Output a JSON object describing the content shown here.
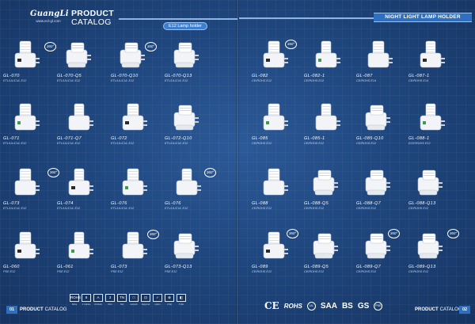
{
  "header": {
    "brand": "GuangLi",
    "website": "www.ecl-gl.com",
    "catalog_line1": "PRODUCT",
    "catalog_line2": "CATALOG",
    "section_tag": "E12 Lamp holder",
    "right_title": "NIGHT LIGHT LAMP HOLDER"
  },
  "rotation_badge": "360°",
  "left_products": [
    {
      "code": "GL-070",
      "cert": "ETL/UL/CUL E12",
      "shape": "tall"
    },
    {
      "code": "GL-070-Q5",
      "cert": "ETL/UL/CUL E12",
      "shape": "wide"
    },
    {
      "code": "GL-070-Q10",
      "cert": "ETL/UL/CUL E12",
      "shape": "wide"
    },
    {
      "code": "GL-070-Q13",
      "cert": "ETL/UL/CUL E12",
      "shape": "wide"
    },
    {
      "code": "GL-071",
      "cert": "ETL/UL/CUL E12",
      "shape": "tall"
    },
    {
      "code": "GL-071-Q7",
      "cert": "ETL/UL/CUL E12",
      "shape": "tall"
    },
    {
      "code": "GL-072",
      "cert": "ETL/UL/CUL E12",
      "shape": "tall"
    },
    {
      "code": "GL-072-Q10",
      "cert": "ETL/UL/CUL E12",
      "shape": "wide"
    },
    {
      "code": "GL-073",
      "cert": "ETL/UL/CUL E12",
      "shape": "tall"
    },
    {
      "code": "GL-074",
      "cert": "ETL/UL/CUL E12",
      "shape": "tall"
    },
    {
      "code": "GL-076",
      "cert": "ETL/UL/CUL E12",
      "shape": "tall"
    },
    {
      "code": "GL-076",
      "cert": "ETL/UL/CUL E12",
      "shape": "tall"
    },
    {
      "code": "GL-060",
      "cert": "PSE E12",
      "shape": "tall"
    },
    {
      "code": "GL-061",
      "cert": "PSE E12",
      "shape": "tall"
    },
    {
      "code": "GL-073",
      "cert": "PSE E12",
      "shape": "tall"
    },
    {
      "code": "GL-073-Q13",
      "cert": "PSE E12",
      "shape": "wide"
    }
  ],
  "right_products": [
    {
      "code": "GL-082",
      "cert": "CE/ROHS E12",
      "shape": "tall"
    },
    {
      "code": "GL-082-1",
      "cert": "CE/ROHS E12",
      "shape": "tall"
    },
    {
      "code": "GL-087",
      "cert": "CE/ROHS E14",
      "shape": "tall"
    },
    {
      "code": "GL-087-1",
      "cert": "CE/ROHS E14",
      "shape": "tall"
    },
    {
      "code": "GL-085",
      "cert": "CE/ROHS E12",
      "shape": "tall"
    },
    {
      "code": "GL-085-1",
      "cert": "CE/ROHS E12",
      "shape": "tall"
    },
    {
      "code": "GL-085-Q10",
      "cert": "CE/ROHS E12",
      "shape": "wide"
    },
    {
      "code": "GL-088-1",
      "cert": "ECE/ROHS E12",
      "shape": "tall"
    },
    {
      "code": "GL-088",
      "cert": "CE/ROHS E12",
      "shape": "tall"
    },
    {
      "code": "GL-088-Q5",
      "cert": "CE/ROHS E12",
      "shape": "wide"
    },
    {
      "code": "GL-088-Q7",
      "cert": "CE/ROHS E12",
      "shape": "wide"
    },
    {
      "code": "GL-088-Q13",
      "cert": "CE/ROHS E12",
      "shape": "wide"
    },
    {
      "code": "GL-089",
      "cert": "CE/ROHS E12",
      "shape": "tall"
    },
    {
      "code": "GL-089-Q5",
      "cert": "CE/ROHS E12",
      "shape": "wide"
    },
    {
      "code": "GL-089-Q7",
      "cert": "CE/ROHS E12",
      "shape": "wide"
    },
    {
      "code": "GL-089-Q13",
      "cert": "CE/ROHS E12",
      "shape": "wide"
    }
  ],
  "footer": {
    "left_page": "01",
    "left_label_bold": "PRODUCT",
    "left_label": "CATALOG",
    "right_page": "02",
    "right_label_bold": "PRODUCT",
    "right_label": "CATALOG",
    "legend": [
      {
        "icon": "ROHS",
        "caption": "Rohs"
      },
      {
        "icon": "8",
        "caption": "4 Cables"
      },
      {
        "icon": "A",
        "caption": "A Model"
      },
      {
        "icon": "3",
        "caption": "Ohm"
      },
      {
        "icon": "TN",
        "caption": "Net"
      },
      {
        "icon": "□",
        "caption": "network"
      },
      {
        "icon": "⊡",
        "caption": "diagonal"
      },
      {
        "icon": "✓",
        "caption": "option"
      },
      {
        "icon": "⊕",
        "caption": "2 flat"
      },
      {
        "icon": "◧",
        "caption": "5 flat"
      }
    ],
    "certifications": {
      "ce": "CE",
      "rohs": "ROHS",
      "ul": "UL",
      "saa": "SAA",
      "bs": "BS",
      "gs": "GS",
      "pse": "PSE"
    }
  },
  "colors": {
    "background": "#1f477f",
    "accent": "#2f6fc0",
    "product": "#f2f4f7"
  }
}
